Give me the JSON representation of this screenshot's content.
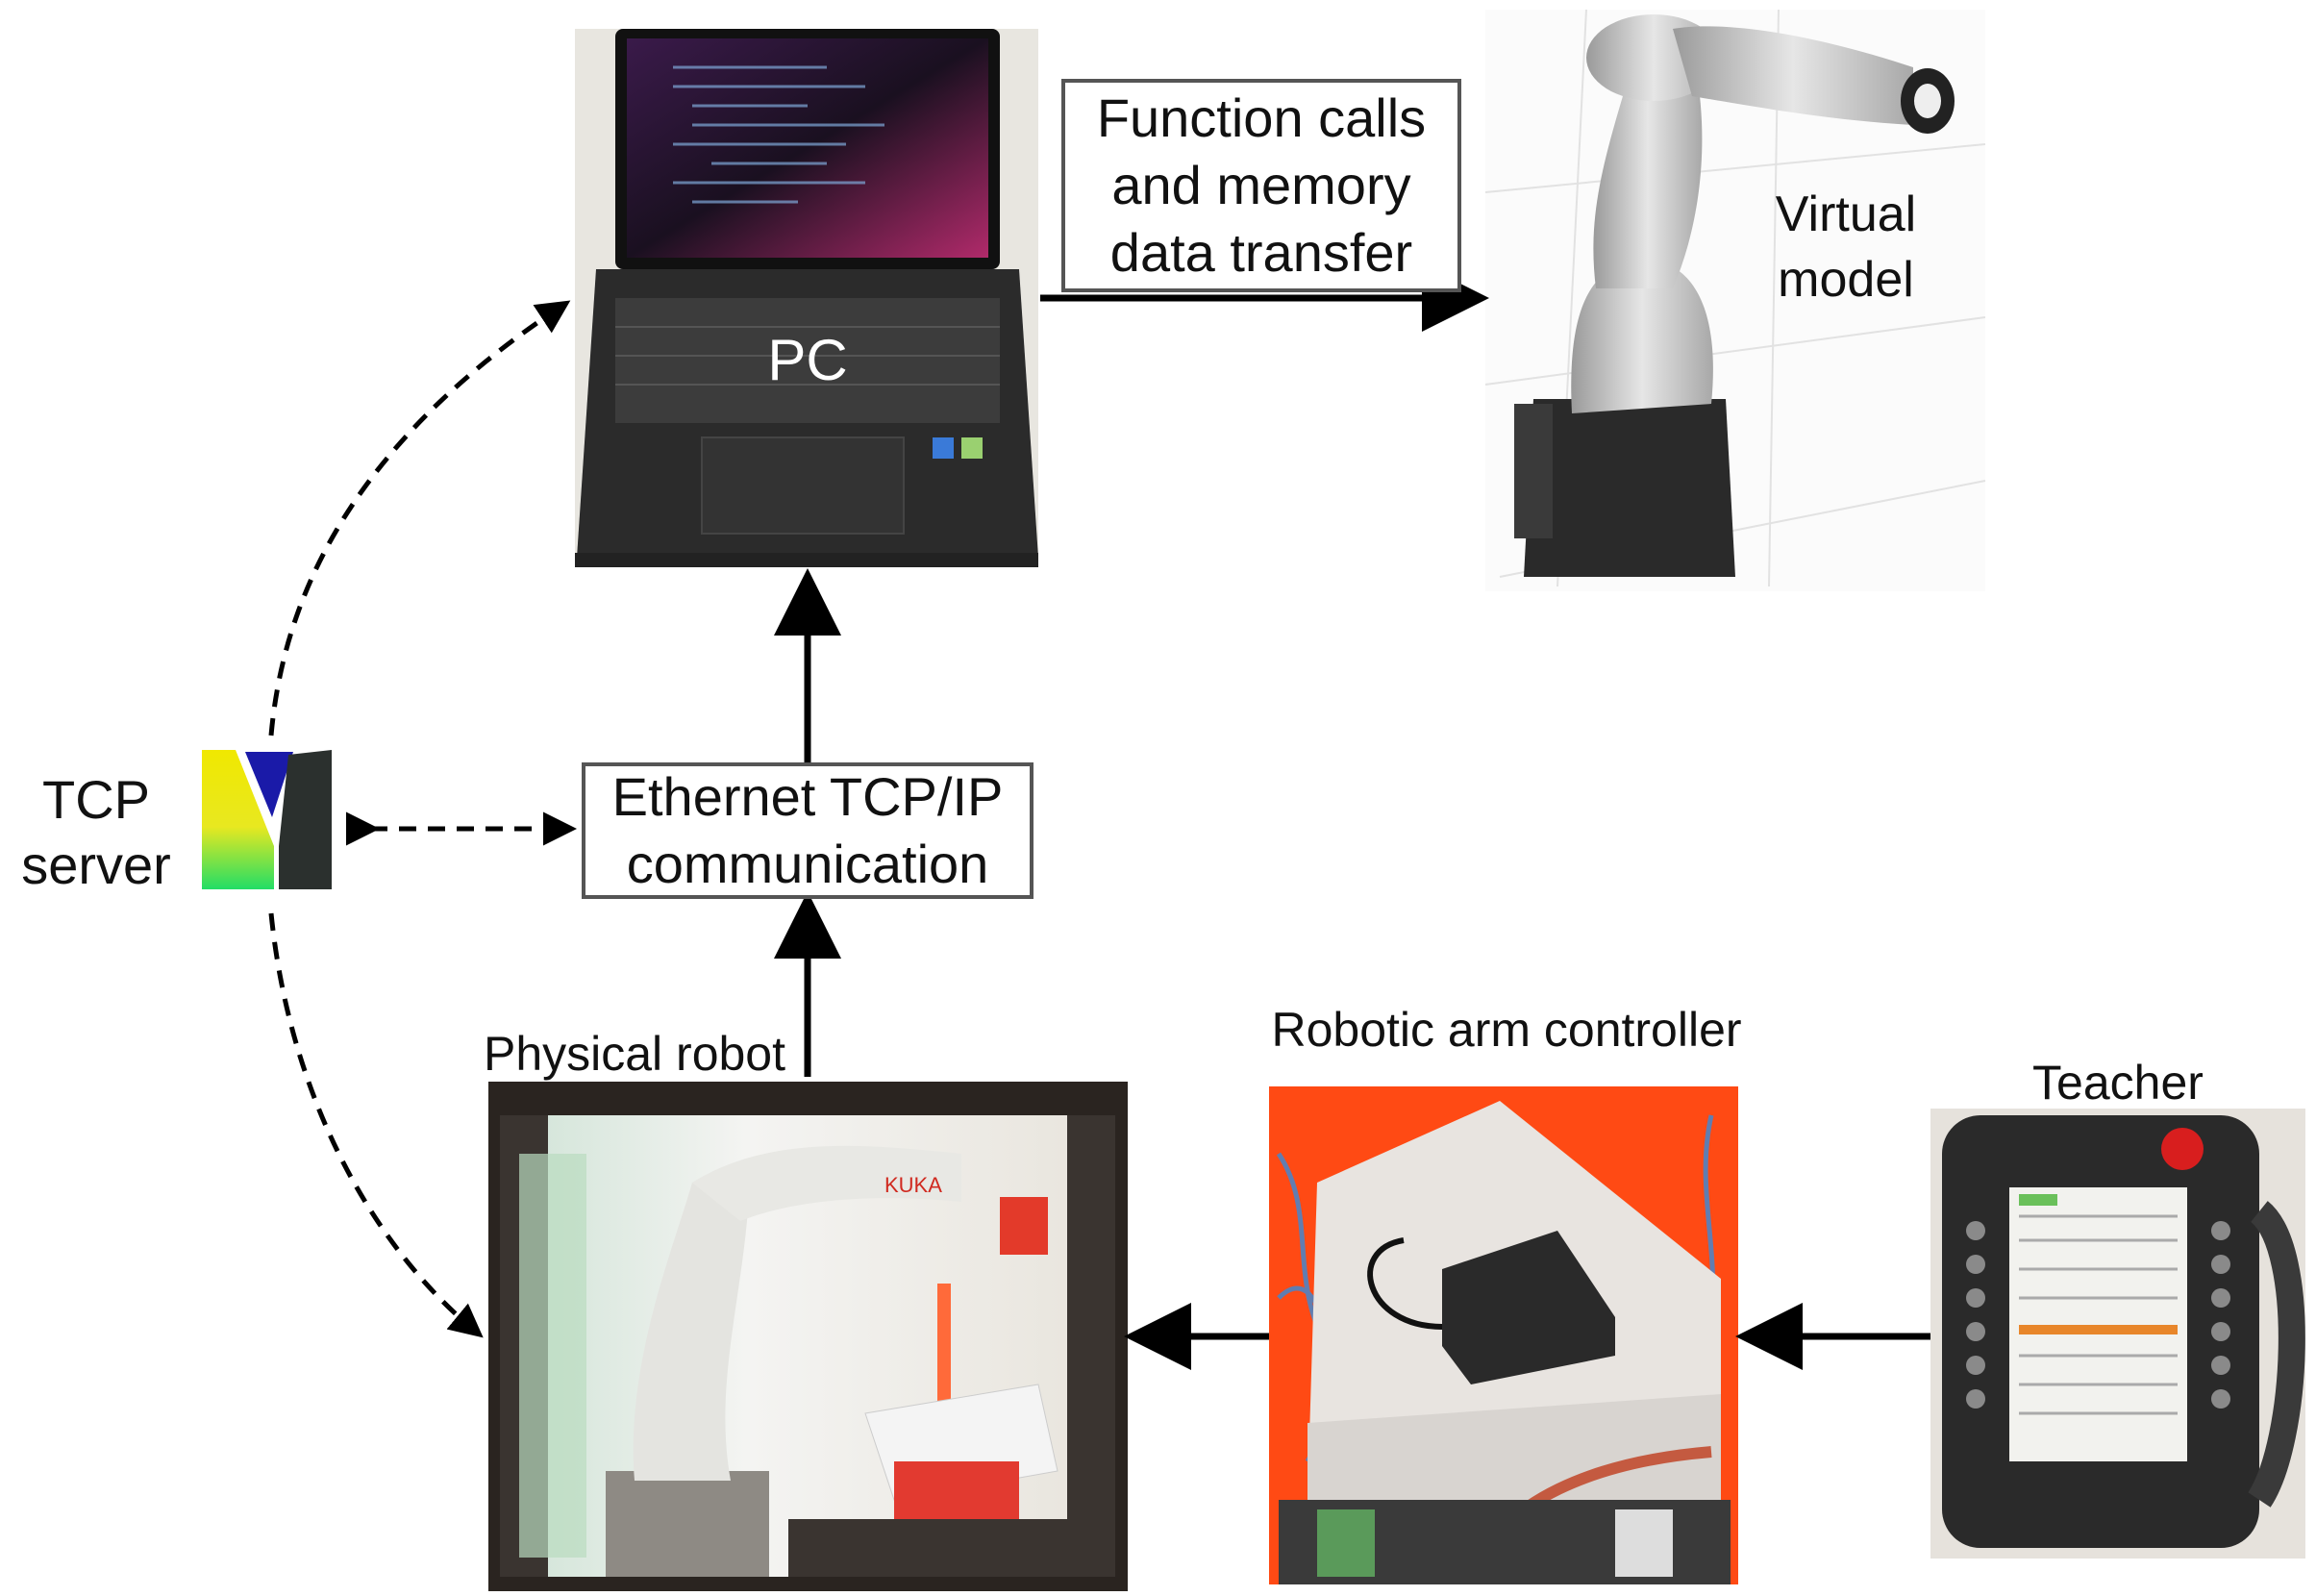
{
  "nodes": {
    "pc": {
      "label": "PC"
    },
    "virtual_model": {
      "label_line1": "Virtual",
      "label_line2": "model"
    },
    "function_calls": {
      "line1": "Function calls",
      "line2": "and memory",
      "line3": "data transfer"
    },
    "ethernet": {
      "line1": "Ethernet TCP/IP",
      "line2": "communication"
    },
    "tcp_server": {
      "line1": "TCP",
      "line2": "server"
    },
    "physical_robot": {
      "label": "Physical robot"
    },
    "controller": {
      "label": "Robotic arm controller"
    },
    "teacher": {
      "label": "Teacher"
    }
  },
  "colors": {
    "arrow": "#000000",
    "box_border": "#555555",
    "controller_bg": "#ff4a14",
    "pendant_body": "#2a2a2a",
    "pendant_screen": "#f2f2ee",
    "logo_yellow": "#f0e800",
    "logo_green": "#22dd66",
    "logo_blue": "#1a1aa8",
    "logo_dark": "#2b302e"
  },
  "icons": [
    "laptop-photo",
    "virtual-robot-model",
    "tcp-server-logo",
    "physical-robot-photo",
    "controller-photo",
    "teach-pendant-photo"
  ]
}
